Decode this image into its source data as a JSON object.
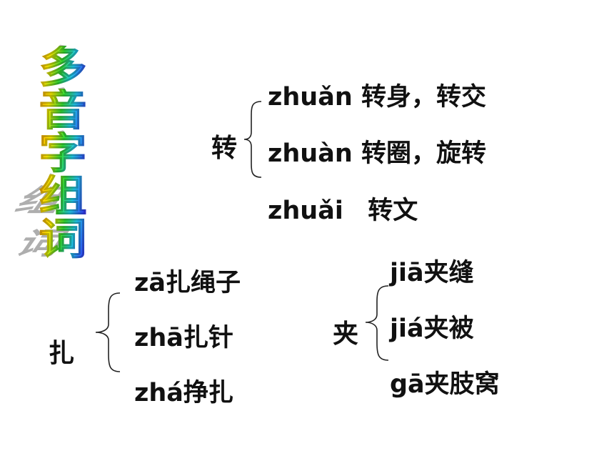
{
  "title": {
    "chars": [
      "多",
      "音",
      "字",
      "组",
      "词"
    ]
  },
  "groups": [
    {
      "char": "转",
      "items": [
        {
          "pinyin": "zhuǎn",
          "words": "转身，转交"
        },
        {
          "pinyin": "zhuàn",
          "words": "转圈，旋转"
        },
        {
          "pinyin": "zhuǎi",
          "words": "转文"
        }
      ]
    },
    {
      "char": "扎",
      "items": [
        {
          "pinyin": "zā",
          "words": "扎绳子"
        },
        {
          "pinyin": "zhā",
          "words": "扎针"
        },
        {
          "pinyin": "zhá",
          "words": "挣扎"
        }
      ]
    },
    {
      "char": "夹",
      "items": [
        {
          "pinyin": "jiā",
          "words": "夹缝"
        },
        {
          "pinyin": "jiá",
          "words": "夹被"
        },
        {
          "pinyin": "gā",
          "words": "夹肢窝"
        }
      ]
    }
  ]
}
